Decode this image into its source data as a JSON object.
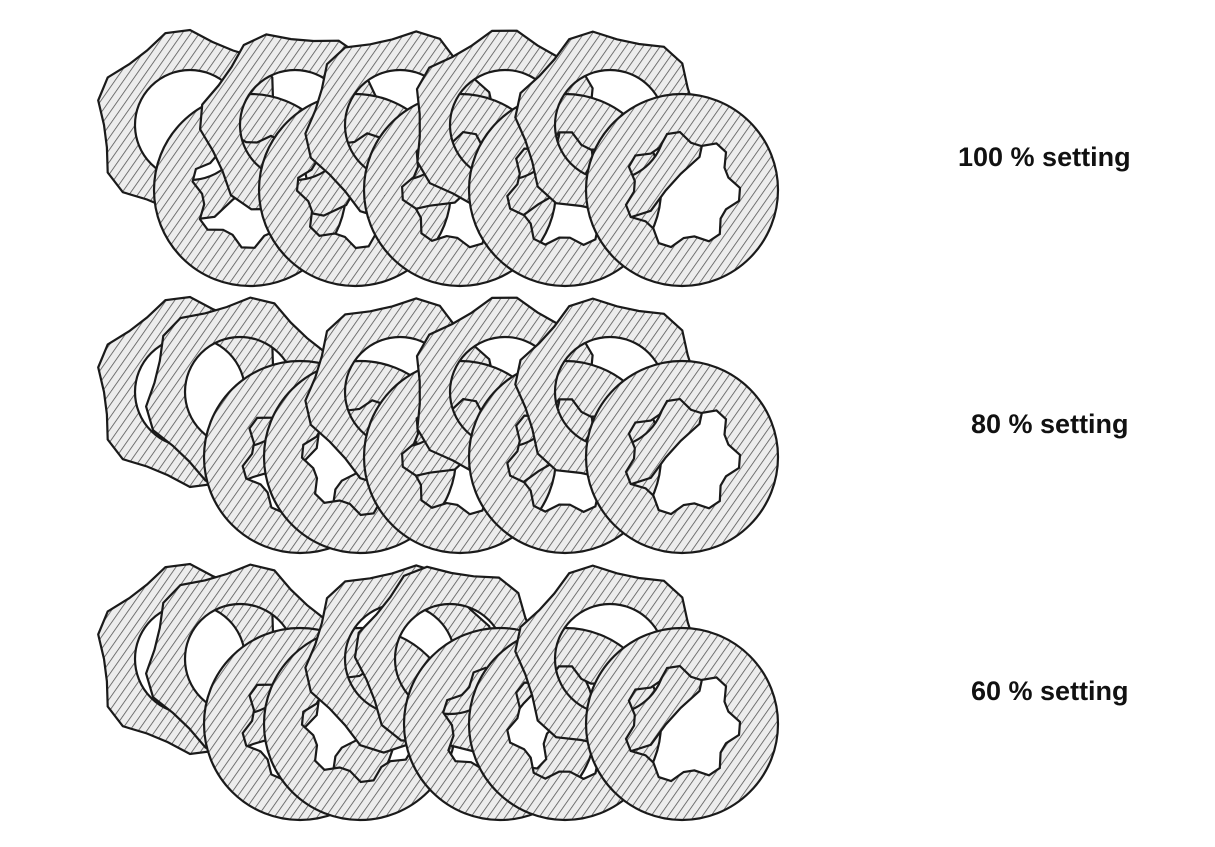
{
  "rows": [
    {
      "label": "100 % setting"
    },
    {
      "label": "80 % setting"
    },
    {
      "label": "60 % setting"
    }
  ],
  "colors": {
    "plate_fill": "#ededed",
    "stripe": "#555555",
    "outline": "#1a1a1a"
  }
}
